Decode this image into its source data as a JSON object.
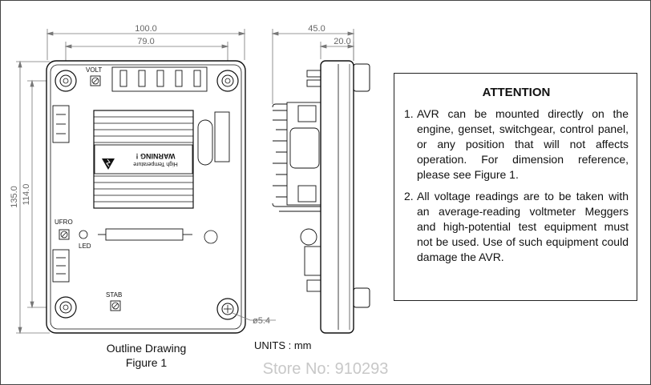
{
  "dimensions": {
    "width_100": "100.0",
    "width_79": "79.0",
    "height_135": "135.0",
    "height_114": "114.0",
    "side_45": "45.0",
    "side_20": "20.0",
    "hole_diameter": "ø5.4"
  },
  "board_labels": {
    "volt": "VOLT",
    "ufro": "UFRO",
    "led": "LED",
    "stab": "STAB"
  },
  "warning_label": {
    "title": "WARNING !",
    "subtitle": "High Temperature"
  },
  "captions": {
    "outline_line1": "Outline Drawing",
    "outline_line2": "Figure 1",
    "units": "UNITS : mm"
  },
  "attention": {
    "title": "ATTENTION",
    "notes": [
      {
        "num": "1.",
        "text": "AVR can be mounted directly on the engine, genset, switchgear, control panel, or any position that will not affects operation. For dimension reference, please see Figure 1."
      },
      {
        "num": "2.",
        "text": "All voltage readings are to be taken with an average-reading voltmeter Meggers and high-potential test equipment must not be used. Use of such equipment could damage the AVR."
      }
    ]
  },
  "watermark": "Store No: 910293"
}
